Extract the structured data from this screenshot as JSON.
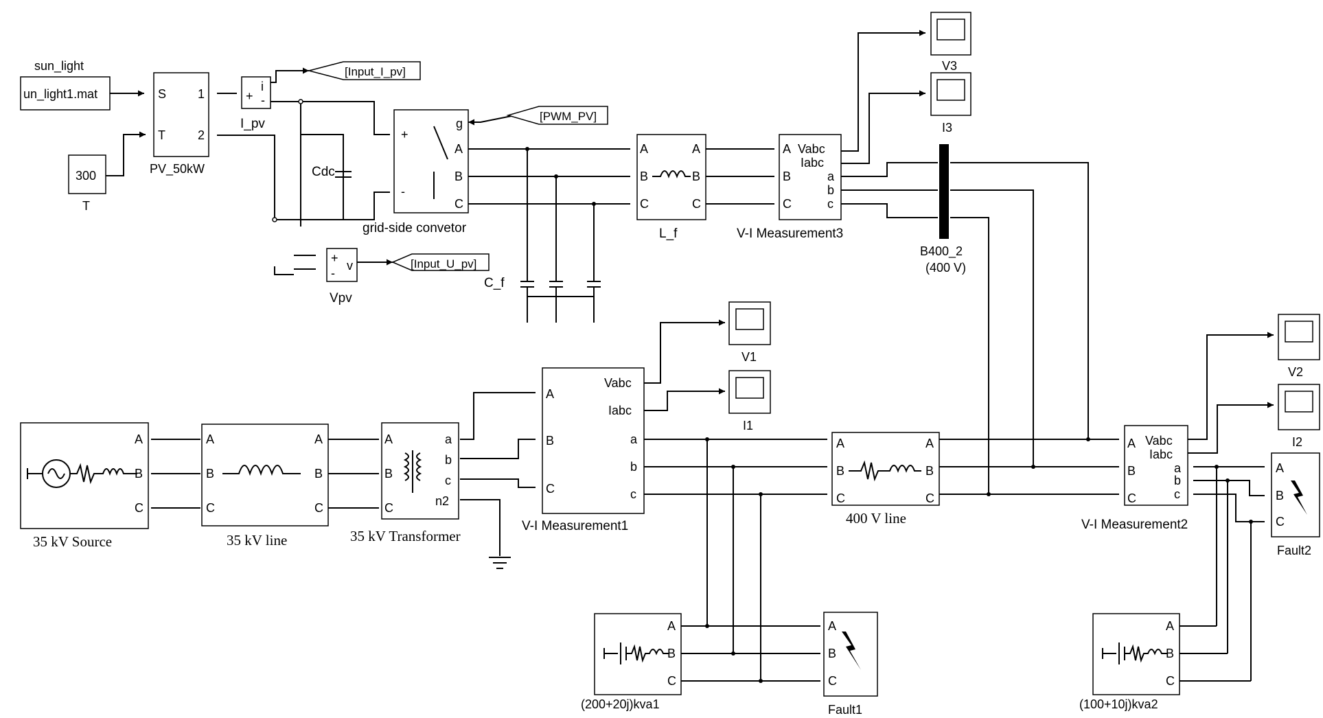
{
  "labels": {
    "sun_light": "sun_light",
    "sun_light_file": "un_light1.mat",
    "t_value": "300",
    "t_name": "T",
    "pv_block": "PV_50kW",
    "i_pv": "I_pv",
    "cdc": "Cdc",
    "converter": "grid-side convetor",
    "vpv": "Vpv",
    "c_f": "C_f",
    "l_f": "L_f",
    "vi3": "V-I Measurement3",
    "v3": "V3",
    "i3": "I3",
    "bus_name": "B400_2",
    "bus_voltage": "(400 V)",
    "v1": "V1",
    "i1": "I1",
    "vi1": "V-I Measurement1",
    "source35": "35 kV Source",
    "line35": "35 kV line",
    "trans35": "35 kV Transformer",
    "line400": "400 V line",
    "vi2": "V-I Measurement2",
    "v2": "V2",
    "i2": "I2",
    "fault2": "Fault2",
    "load1": "(200+20j)kva1",
    "fault1": "Fault1",
    "load2": "(100+10j)kva2"
  },
  "gotos": {
    "input_i_pv": "[Input_I_pv]",
    "pwm_pv": "[PWM_PV]",
    "input_u_pv": "[Input_U_pv]"
  },
  "ports": {
    "S": "S",
    "T": "T",
    "one": "1",
    "two": "2",
    "plus": "+",
    "minus": "-",
    "i": "i",
    "v": "v",
    "g": "g",
    "A": "A",
    "B": "B",
    "C": "C",
    "a": "a",
    "b": "b",
    "c": "c",
    "Vabc": "Vabc",
    "Iabc": "Iabc",
    "n2": "n2"
  }
}
